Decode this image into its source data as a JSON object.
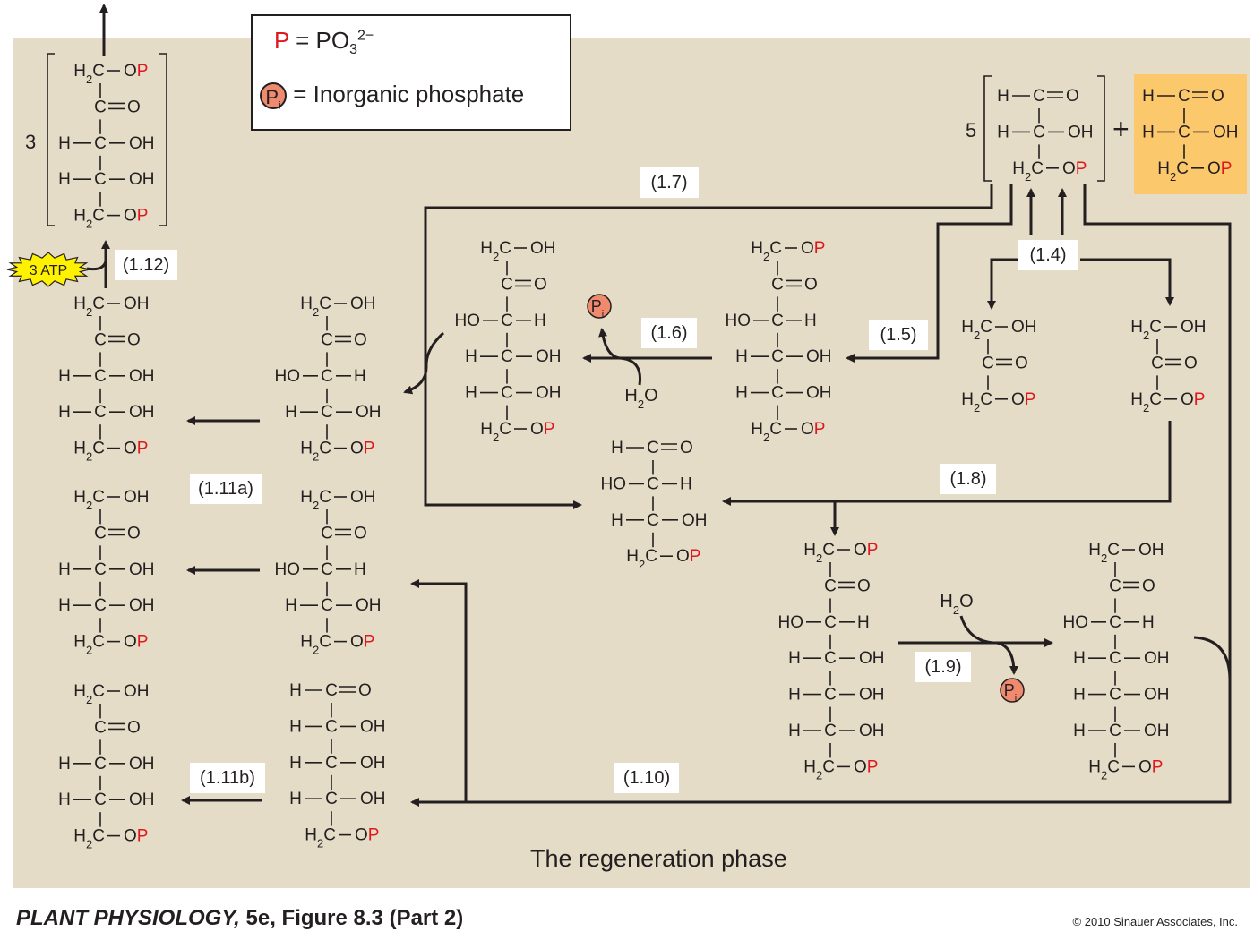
{
  "legend": {
    "p_symbol": "P",
    "p_meaning": "= PO",
    "p_sub": "3",
    "p_sup": "2−",
    "pi_letter": "P",
    "pi_sub": "i",
    "pi_meaning": "= Inorganic phosphate"
  },
  "steps": {
    "s1_4": "(1.4)",
    "s1_5": "(1.5)",
    "s1_6": "(1.6)",
    "s1_7": "(1.7)",
    "s1_8": "(1.8)",
    "s1_9": "(1.9)",
    "s1_10": "(1.10)",
    "s1_11a": "(1.11a)",
    "s1_11b": "(1.11b)",
    "s1_12": "(1.12)"
  },
  "coefficients": {
    "output_count": "3",
    "input_count": "5",
    "plus": "+"
  },
  "atp_badge": "3 ATP",
  "water": "H2O",
  "pi_marker": {
    "letter": "P",
    "sub": "i"
  },
  "phase_title": "The regeneration phase",
  "caption": {
    "book": "PLANT PHYSIOLOGY,",
    "rest": " 5e, Figure 8.3 (Part 2)"
  },
  "copyright": "© 2010 Sinauer Associates, Inc.",
  "colors": {
    "background": "#e5dcc7",
    "phosphate": "#e0181e",
    "highlight": "#fcc86c",
    "pi_fill": "#f08a6e"
  }
}
